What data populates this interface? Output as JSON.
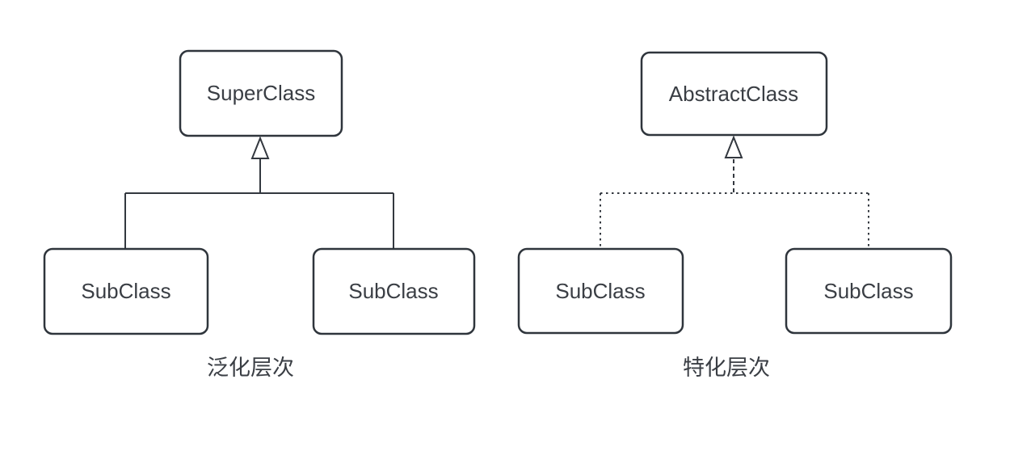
{
  "diagram": {
    "left_hierarchy": {
      "parent_label": "SuperClass",
      "child1_label": "SubClass",
      "child2_label": "SubClass",
      "caption": "泛化层次",
      "edge_style": "solid",
      "arrow_type": "hollow-triangle-generalization"
    },
    "right_hierarchy": {
      "parent_label": "AbstractClass",
      "child1_label": "SubClass",
      "child2_label": "SubClass",
      "caption": "特化层次",
      "edge_style": "dotted",
      "arrow_type": "hollow-triangle-generalization"
    },
    "colors": {
      "background": "#ffffff",
      "stroke": "#2f353c",
      "text": "#3a3e44"
    }
  }
}
